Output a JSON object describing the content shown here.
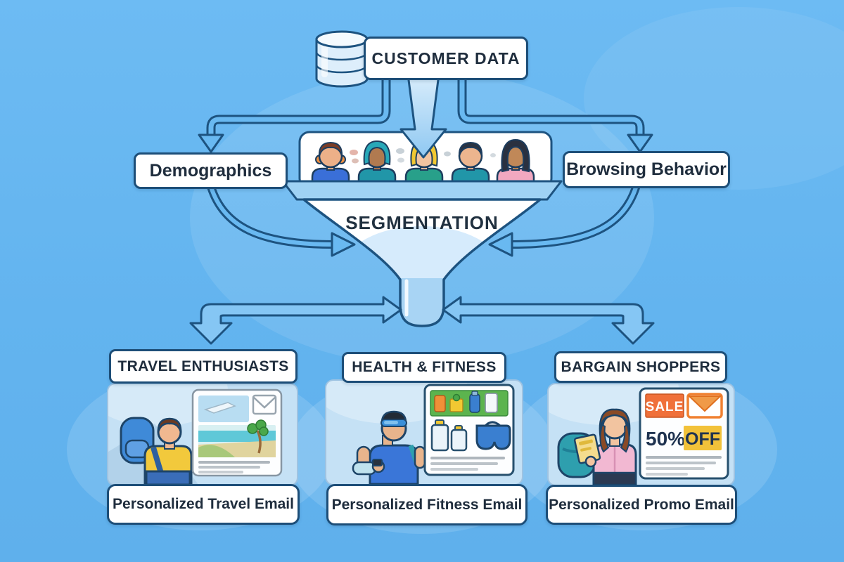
{
  "source": {
    "label": "CUSTOMER DATA"
  },
  "inputs": {
    "left": {
      "label": "Demographics"
    },
    "right": {
      "label": "Browsing Behavior"
    }
  },
  "funnel": {
    "label": "SEGMENTATION"
  },
  "segments": [
    {
      "title": "TRAVEL ENTHUSIASTS",
      "email_label": "Personalized Travel Email"
    },
    {
      "title": "HEALTH & FITNESS",
      "email_label": "Personalized Fitness Email"
    },
    {
      "title": "BARGAIN SHOPPERS",
      "email_label": "Personalized Promo Email"
    }
  ],
  "promo_email": {
    "sale_badge": "SALE",
    "discount_percent": "50%",
    "discount_suffix": "OFF"
  },
  "colors": {
    "background": "#63b4ef",
    "outline_navy": "#1d5380",
    "text_navy": "#1f2d3d",
    "arrow_fill": "#85c6f4",
    "panel_blue": "#c5e1f5",
    "sale_orange": "#f0703a",
    "off_yellow": "#f2c23a",
    "banner_green": "#5cb44e"
  }
}
